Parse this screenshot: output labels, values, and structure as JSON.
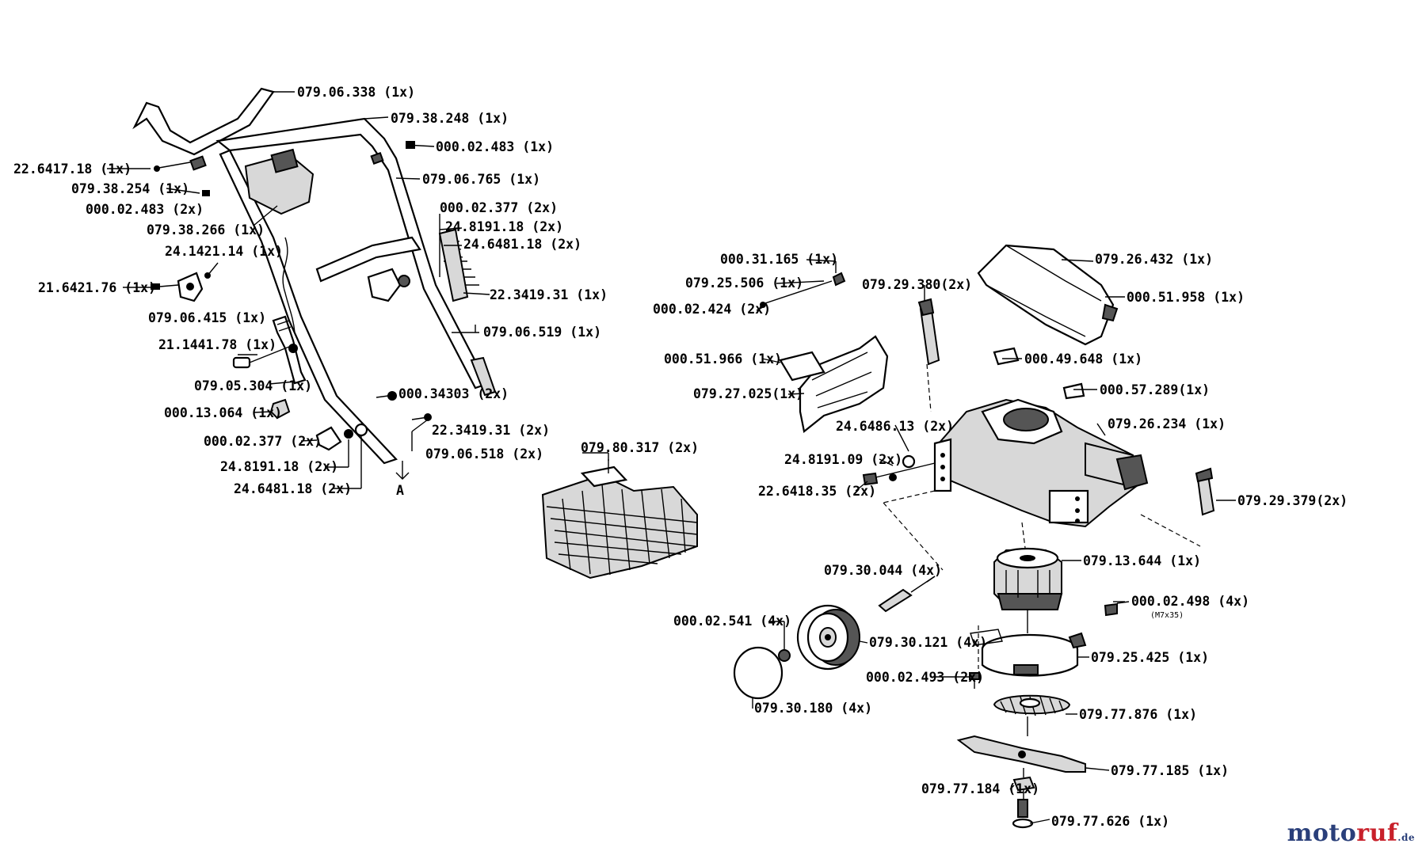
{
  "labels": {
    "l01": "079.06.338 (1x)",
    "l02": "079.38.248 (1x)",
    "l03": "000.02.483 (1x)",
    "l04": "22.6417.18 (1x)",
    "l05": "079.38.254 (1x)",
    "l06": "079.06.765 (1x)",
    "l07": "000.02.483 (2x)",
    "l08": "000.02.377 (2x)",
    "l09": "24.8191.18 (2x)",
    "l10": "079.38.266 (1x)",
    "l11": "24.6481.18 (2x)",
    "l12": "24.1421.14 (1x)",
    "l13": "21.6421.76 (1x)",
    "l14": "22.3419.31 (1x)",
    "l15": "079.06.415 (1x)",
    "l16": "079.06.519 (1x)",
    "l17": "21.1441.78 (1x)",
    "l18": "079.05.304 (1x)",
    "l19": "000.34303 (2x)",
    "l20": "000.13.064 (1x)",
    "l21": "22.3419.31 (2x)",
    "l22": "000.02.377 (2x)",
    "l23": "079.06.518 (2x)",
    "l24": "24.8191.18 (2x)",
    "l25": "24.6481.18 (2x)",
    "l26": "A",
    "l27": "079.80.317 (2x)",
    "l28": "000.31.165 (1x)",
    "l29": "079.25.506 (1x)",
    "l30": "079.29.380(2x)",
    "l31": "000.02.424 (2x)",
    "l32": "079.26.432 (1x)",
    "l33": "000.51.958 (1x)",
    "l34": "000.51.966 (1x)",
    "l35": "000.49.648 (1x)",
    "l36": "079.27.025(1x)",
    "l37": "000.57.289(1x)",
    "l38": "24.6486.13 (2x)",
    "l39": "079.26.234 (1x)",
    "l40": "24.8191.09 (2x)",
    "l41": "22.6418.35 (2x)",
    "l42": "079.29.379(2x)",
    "l43": "079.13.644 (1x)",
    "l44": "079.30.044 (4x)",
    "l45": "000.02.498 (4x)",
    "l45b": "(M7x35)",
    "l46": "000.02.541 (4x)",
    "l47": "079.30.121 (4x)",
    "l48": "079.25.425 (1x)",
    "l49": "000.02.493 (2x)",
    "l50": "079.30.180 (4x)",
    "l51": "079.77.876 (1x)",
    "l52": "079.77.185 (1x)",
    "l53": "079.77.184 (1x)",
    "l54": "079.77.626 (1x)"
  },
  "watermark": {
    "part1": "moto",
    "part2": "ruf",
    "suffix": ".de"
  },
  "icons": [
    "handle-icon",
    "motor-icon",
    "wheel-icon",
    "blade-icon",
    "fan-icon",
    "grass-box-icon",
    "housing-icon"
  ]
}
